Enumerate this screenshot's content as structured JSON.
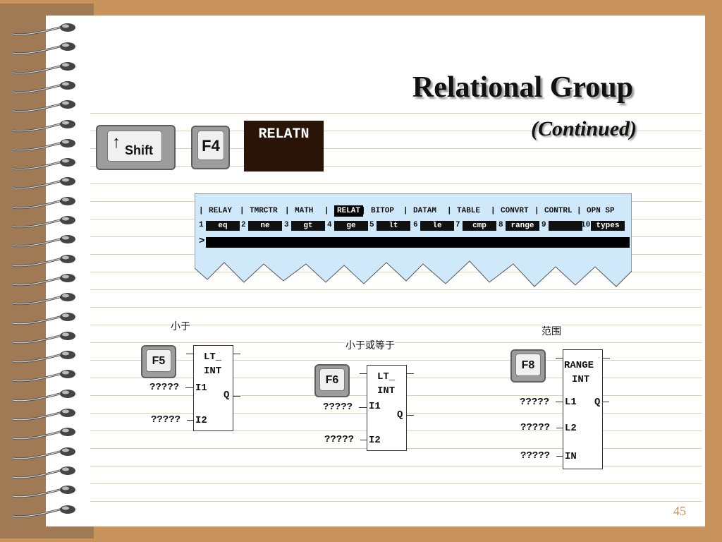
{
  "slide": {
    "title": "Relational Group",
    "subtitle": "(Continued)",
    "page_number": "45"
  },
  "keys": {
    "shift_label": "Shift",
    "shift_arrow": "↑",
    "f4_label": "F4",
    "f5_label": "F5",
    "f6_label": "F6",
    "f8_label": "F8"
  },
  "screen": {
    "key_banner": "RELATN",
    "menu": [
      {
        "label": "RELAY",
        "selected": false
      },
      {
        "label": "TMRCTR",
        "selected": false
      },
      {
        "label": "MATH",
        "selected": false
      },
      {
        "label": "RELAT",
        "selected": true
      },
      {
        "label": "BITOP",
        "selected": false
      },
      {
        "label": "DATAM",
        "selected": false
      },
      {
        "label": "TABLE",
        "selected": false
      },
      {
        "label": "CONVRT",
        "selected": false
      },
      {
        "label": "CONTRL",
        "selected": false
      },
      {
        "label": "OPN SP",
        "selected": false
      }
    ],
    "functions": [
      {
        "num": "1",
        "label": "eq"
      },
      {
        "num": "2",
        "label": "ne"
      },
      {
        "num": "3",
        "label": "gt"
      },
      {
        "num": "4",
        "label": "ge"
      },
      {
        "num": "5",
        "label": "lt"
      },
      {
        "num": "6",
        "label": "le"
      },
      {
        "num": "7",
        "label": "cmp"
      },
      {
        "num": "8",
        "label": "range"
      },
      {
        "num": "9",
        "label": ""
      },
      {
        "num": "10",
        "label": "types"
      }
    ],
    "prompt": ">",
    "screen_color": "#cfe9fb",
    "accent": "#c9935d"
  },
  "blocks": {
    "lt": {
      "caption": "小于",
      "title1": "LT_",
      "title2": "INT",
      "in1": "I1",
      "in2": "I2",
      "out": "Q",
      "placeholder": "?????"
    },
    "le": {
      "caption": "小于或等于",
      "title1": "LT_",
      "title2": "INT",
      "in1": "I1",
      "in2": "I2",
      "out": "Q",
      "placeholder": "?????"
    },
    "range": {
      "caption": "范围",
      "title1": "RANGE",
      "title2": "INT",
      "in1": "L1",
      "in2": "L2",
      "in3": "IN",
      "out": "Q",
      "placeholder": "?????"
    }
  }
}
